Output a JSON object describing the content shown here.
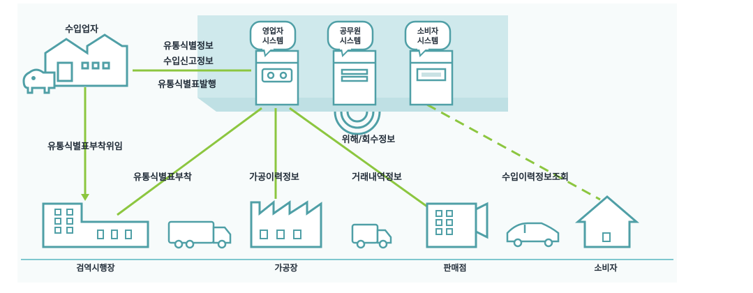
{
  "nodes": {
    "importer": "수입업자",
    "quarantine": "검역시행장",
    "processing": "가공장",
    "store": "판매점",
    "consumer": "소비자"
  },
  "systems": {
    "business": [
      "영업자",
      "시스템"
    ],
    "official": [
      "공무원",
      "시스템"
    ],
    "consumer": [
      "소비자",
      "시스템"
    ]
  },
  "labels": {
    "dist_id_info": "유통식별정보",
    "import_report": "수입신고정보",
    "dist_id_issue": "유통식별표발행",
    "attach_delegate": "유통식별표부착위임",
    "attach": "유통식별표부착",
    "processing_history": "가공이력정보",
    "risk_recall": "위해/회수정보",
    "transaction_history": "거래내역정보",
    "import_history_query": "수입이력정보조회"
  },
  "colors": {
    "teal": "#4f9fa6",
    "green": "#8cc63f",
    "panel": "#cfe9ec",
    "baseline": "#7fc7cf"
  }
}
